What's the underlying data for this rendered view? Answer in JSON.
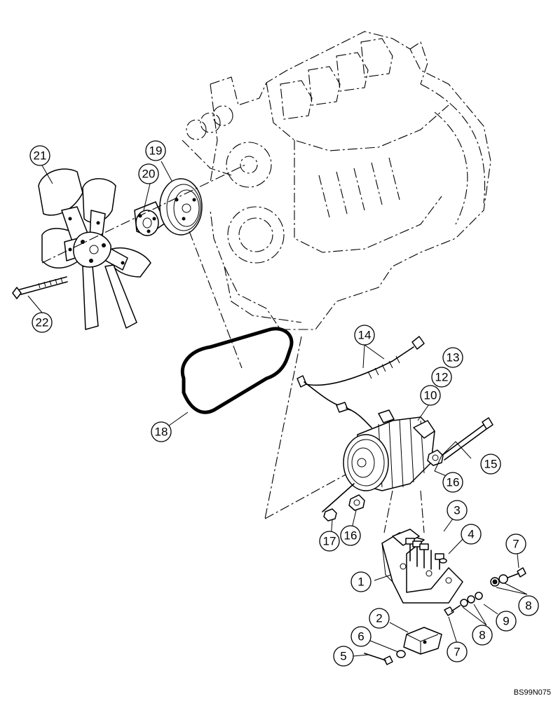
{
  "callouts": {
    "c1": "1",
    "c2": "2",
    "c3": "3",
    "c4": "4",
    "c5": "5",
    "c6": "6",
    "c7a": "7",
    "c7b": "7",
    "c8a": "8",
    "c8b": "8",
    "c9": "9",
    "c10": "10",
    "c12": "12",
    "c13": "13",
    "c14": "14",
    "c15": "15",
    "c16a": "16",
    "c16b": "16",
    "c17": "17",
    "c18": "18",
    "c19": "19",
    "c20": "20",
    "c21": "21",
    "c22": "22"
  },
  "reference_code": "BS99N075"
}
